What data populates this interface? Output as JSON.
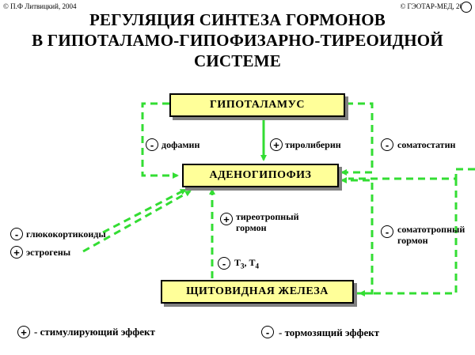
{
  "copyright_left": "© П.Ф Литвицкий, 2004",
  "copyright_right": "© ГЭОТАР-МЕД, 2004",
  "title_line1": "РЕГУЛЯЦИЯ  СИНТЕЗА  ГОРМОНОВ",
  "title_line2": "В ГИПОТАЛАМО-ГИПОФИЗАРНО-ТИРЕОИДНОЙ",
  "title_line3": "СИСТЕМЕ",
  "nodes": {
    "hypothalamus": "ГИПОТАЛАМУС",
    "adenohypophysis": "АДЕНОГИПОФИЗ",
    "thyroid": "ЩИТОВИДНАЯ   ЖЕЛЕЗА"
  },
  "signs": {
    "plus": "+",
    "minus": "-"
  },
  "labels": {
    "dopamine": "дофамин",
    "thyroliberin": "тиролиберин",
    "somatostatin": "соматостатин",
    "tsh_line1": "тиреотропный",
    "tsh_line2": "гормон",
    "stH_line1": "соматотропный",
    "stH_line2": "гормон",
    "glucocorticoids": "глюкокортикоиды",
    "estrogens": "эстрогены",
    "t_main": "Т",
    "t3_sub": "3",
    "t_sep": ", Т",
    "t4_sub": "4"
  },
  "legend": {
    "stimulating": "- стимулирующий эффект",
    "inhibiting": "- тормозящий эффект"
  },
  "colors": {
    "arrow": "#33dd33",
    "box_fill": "#ffff99",
    "shadow": "#808080"
  }
}
